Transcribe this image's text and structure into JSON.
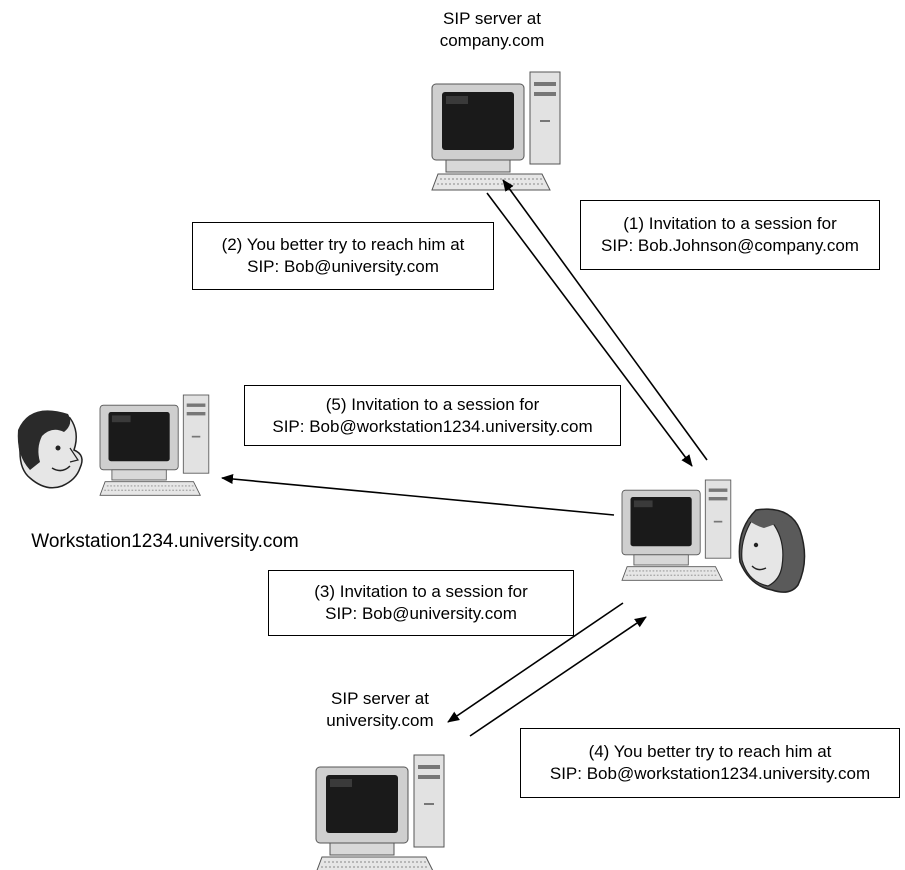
{
  "nodes": {
    "company_server": {
      "label_line1": "SIP server at",
      "label_line2": "company.com"
    },
    "university_server": {
      "label_line1": "SIP server at",
      "label_line2": "university.com"
    },
    "workstation": {
      "label": "Workstation1234.university.com"
    },
    "caller": {}
  },
  "messages": [
    {
      "line1": "(1) Invitation to a session for",
      "line2": "SIP: Bob.Johnson@company.com"
    },
    {
      "line1": "(2) You better try to reach him at",
      "line2": "SIP: Bob@university.com"
    },
    {
      "line1": "(3) Invitation to a session for",
      "line2": "SIP: Bob@university.com"
    },
    {
      "line1": "(4) You better try to reach him at",
      "line2": "SIP: Bob@workstation1234.university.com"
    },
    {
      "line1": "(5) Invitation to a session for",
      "line2": "SIP: Bob@workstation1234.university.com"
    }
  ],
  "colors": {
    "line": "#000000",
    "monitor_shell": "#d4d4d4",
    "screen": "#1a1a1a",
    "skin": "#e6e6e6",
    "hair_dark": "#2a2a2a",
    "hair_caller": "#555555"
  },
  "icons": [
    "desktop-computer-icon",
    "man-face-icon",
    "woman-face-icon"
  ]
}
